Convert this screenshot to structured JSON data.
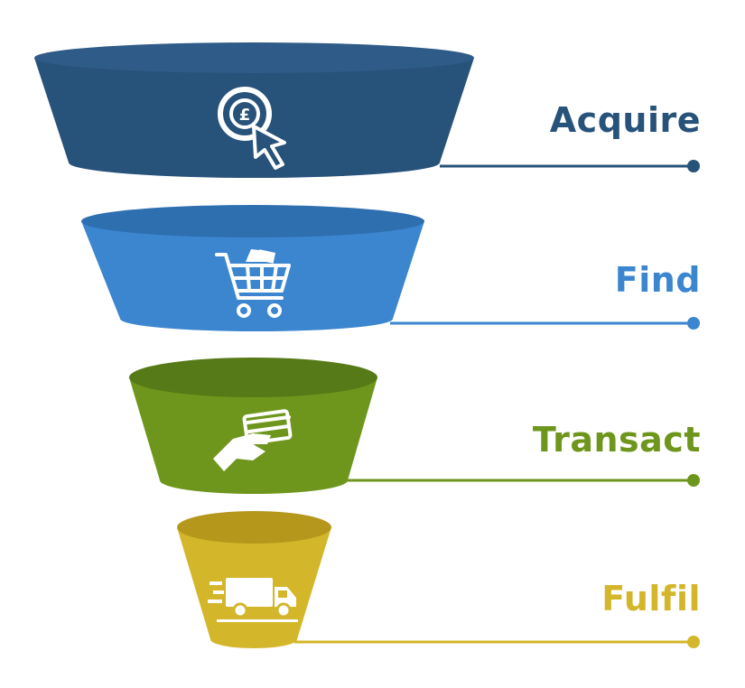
{
  "funnel": {
    "stages": [
      {
        "label": "Acquire",
        "color": "#27527a",
        "top_color": "#2e5b87",
        "icon": "pound-coin-click-cursor-icon"
      },
      {
        "label": "Find",
        "color": "#3b86cf",
        "top_color": "#2e6fb0",
        "icon": "shopping-cart-icon"
      },
      {
        "label": "Transact",
        "color": "#6f961c",
        "top_color": "#567a17",
        "icon": "hand-holding-card-icon"
      },
      {
        "label": "Fulfil",
        "color": "#d4b62a",
        "top_color": "#b5971c",
        "icon": "delivery-truck-icon"
      }
    ]
  }
}
